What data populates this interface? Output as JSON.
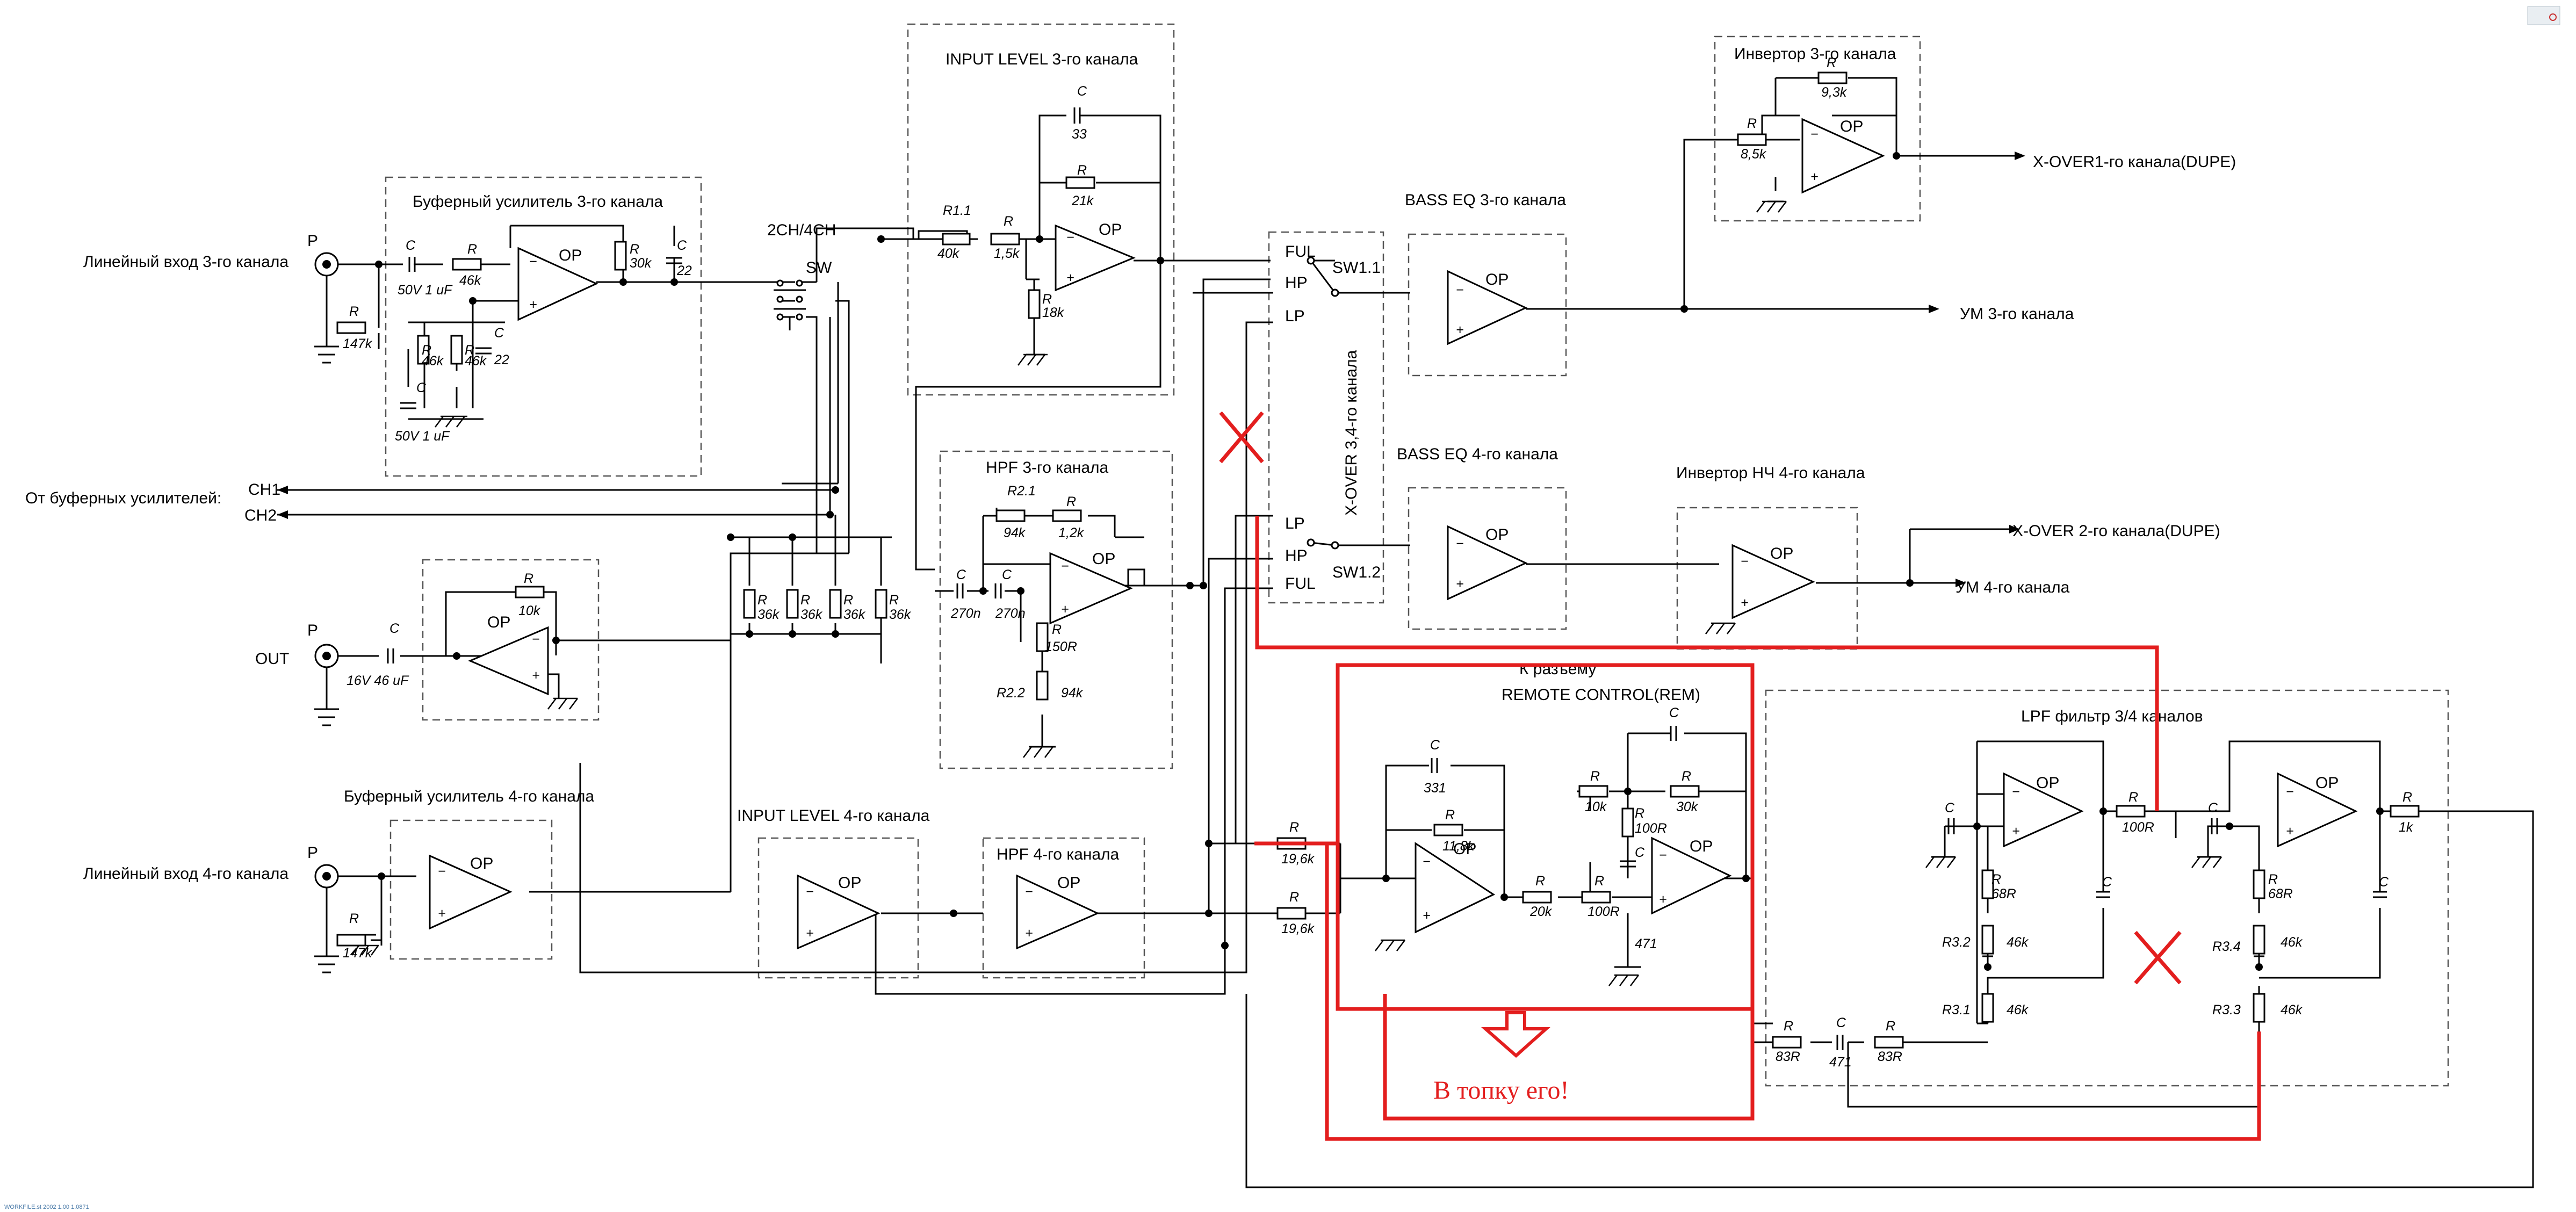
{
  "blocks": {
    "buf3": "Буферный усилитель 3-го канала",
    "input3": "INPUT LEVEL 3-го канала",
    "hpf3": "HPF 3-го канала",
    "bass3": "BASS EQ 3-го канала",
    "inv3": "Инвертор 3-го канала",
    "bass4": "BASS EQ 4-го канала",
    "inv4": "Инвертор НЧ 4-го канала",
    "buf4": "Буферный усилитель 4-го канала",
    "input4": "INPUT LEVEL 4-го канала",
    "hpf4": "HPF 4-го канала",
    "lpf": "LPF фильтр 3/4 каналов",
    "xover": "X-OVER 3,4-го канала",
    "rem1": "К разъему",
    "rem2": "REMOTE CONTROL(REM)"
  },
  "labels": {
    "in3": "Линейный вход 3-го канала",
    "in4": "Линейный вход 4-го канала",
    "from_buf": "От буферных усилителей:",
    "ch1": "CH1",
    "ch2": "CH2",
    "out": "OUT",
    "p": "P",
    "sw_mode": "2CH/4CH",
    "sw": "SW",
    "sw11": "SW1.1",
    "sw12": "SW1.2",
    "ful": "FUL",
    "hp": "HP",
    "lp": "LP",
    "xover1": "X-OVER1-го канала(DUPE)",
    "xover2": "X-OVER 2-го канала(DUPE)",
    "um3": "УМ 3-го канала",
    "um4": "УМ 4-го канала",
    "op": "OP",
    "note": "В топку его!",
    "footer": "WORKFILE.st 2002 1.00 1.0871"
  },
  "components": {
    "c_buf3_in": "50V 1 uF",
    "c_buf3_bias": "50V 1 uF",
    "c_out": "16V 46 uF",
    "r46k": "46k",
    "r147k": "147k",
    "r30k": "30k",
    "c22": "22",
    "r40k": "40k",
    "r15k": "1,5k",
    "r21k": "21k",
    "c33": "33",
    "r18k": "18k",
    "r11": "R1.1",
    "r21": "R2.1",
    "r22": "R2.2",
    "r94k": "94k",
    "r12k": "1,2k",
    "c270n": "270n",
    "r150R": "150R",
    "r36k": "36k",
    "r10k": "10k",
    "r85k": "8,5k",
    "r93k": "9,3k",
    "r196k": "19,6k",
    "c331": "331",
    "r118k": "11,8k",
    "r20k": "20k",
    "r100R": "100R",
    "c471": "471",
    "r68R": "68R",
    "r83R": "83R",
    "r1k": "1k",
    "r32": "R3.2",
    "r31": "R3.1",
    "r34": "R3.4",
    "r33": "R3.3",
    "rlabel": "R",
    "clabel": "C"
  },
  "colors": {
    "wire": "#000000",
    "box": "#555555",
    "markup": "#e31e1e"
  }
}
